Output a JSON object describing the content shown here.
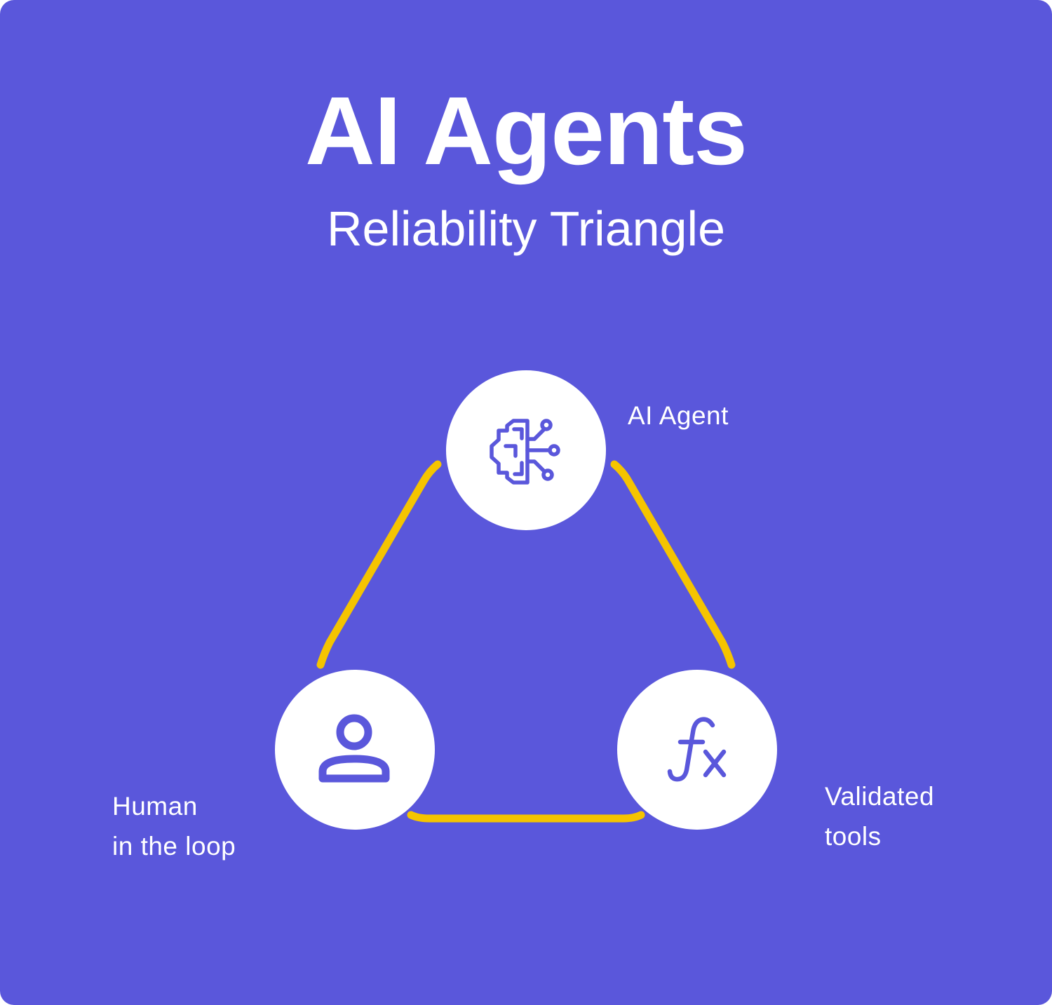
{
  "title": "AI Agents",
  "subtitle": "Reliability Triangle",
  "colors": {
    "background": "#5a57db",
    "edge": "#f5c400",
    "node_fill": "#ffffff",
    "icon": "#5a57db",
    "text": "#ffffff"
  },
  "nodes": {
    "agent": {
      "label": "AI Agent",
      "icon": "brain-circuit-icon"
    },
    "human": {
      "label_lines": [
        "Human",
        "in the loop"
      ],
      "icon": "person-icon"
    },
    "tools": {
      "label_lines": [
        "Validated",
        "tools"
      ],
      "icon": "function-icon"
    }
  },
  "edges": [
    {
      "from": "agent",
      "to": "human"
    },
    {
      "from": "agent",
      "to": "tools"
    },
    {
      "from": "human",
      "to": "tools"
    }
  ]
}
